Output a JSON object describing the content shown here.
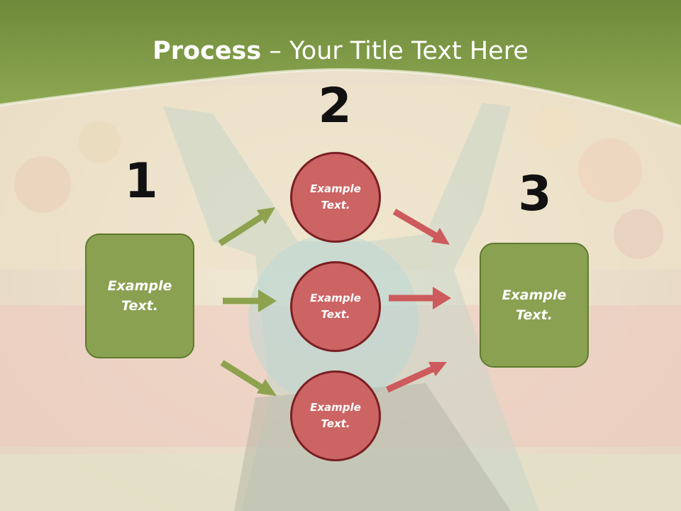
{
  "header": {
    "title_bold": "Process",
    "title_rest": " – Your Title Text Here"
  },
  "steps": {
    "step1_number": "1",
    "step2_number": "2",
    "step3_number": "3"
  },
  "nodes": {
    "left_box": "Example Text.",
    "circle_top": "Example Text.",
    "circle_middle": "Example Text.",
    "circle_bottom": "Example Text.",
    "right_box": "Example Text."
  },
  "colors": {
    "header_green": "#8aa152",
    "box_green": "#8aa152",
    "circle_red": "#cc6464",
    "arrow_green": "#8ea24e",
    "arrow_red": "#cd5a5c"
  }
}
